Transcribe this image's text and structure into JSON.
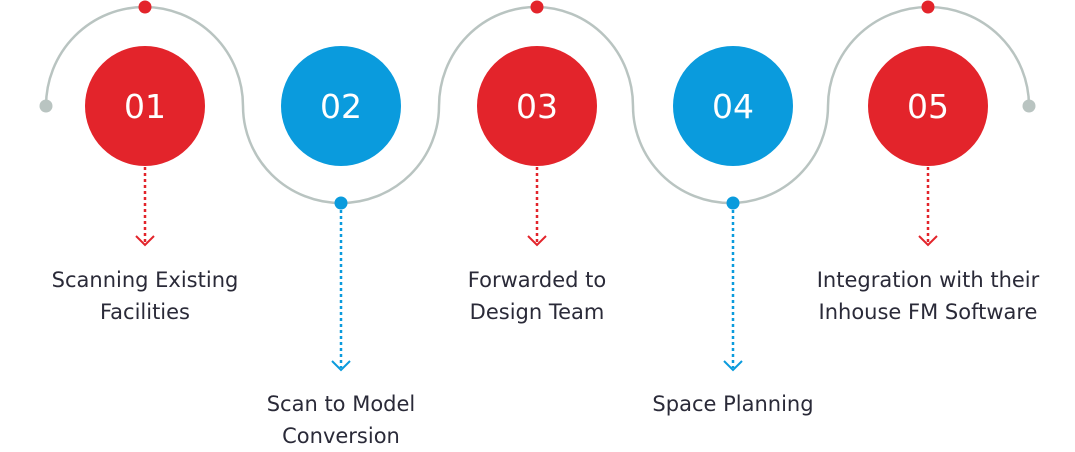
{
  "colors": {
    "red": "#E3242B",
    "blue": "#0A9BDD",
    "track": "#B9C4C1",
    "text": "#2a2a38"
  },
  "steps": [
    {
      "number": "01",
      "label_lines": [
        "Scanning Existing",
        "Facilities"
      ],
      "color": "red",
      "position": "top"
    },
    {
      "number": "02",
      "label_lines": [
        "Scan to Model",
        "Conversion"
      ],
      "color": "blue",
      "position": "bottom"
    },
    {
      "number": "03",
      "label_lines": [
        "Forwarded to",
        "Design Team"
      ],
      "color": "red",
      "position": "top"
    },
    {
      "number": "04",
      "label_lines": [
        "Space Planning"
      ],
      "color": "blue",
      "position": "bottom"
    },
    {
      "number": "05",
      "label_lines": [
        "Integration with their",
        "Inhouse FM Software"
      ],
      "color": "red",
      "position": "top"
    }
  ]
}
